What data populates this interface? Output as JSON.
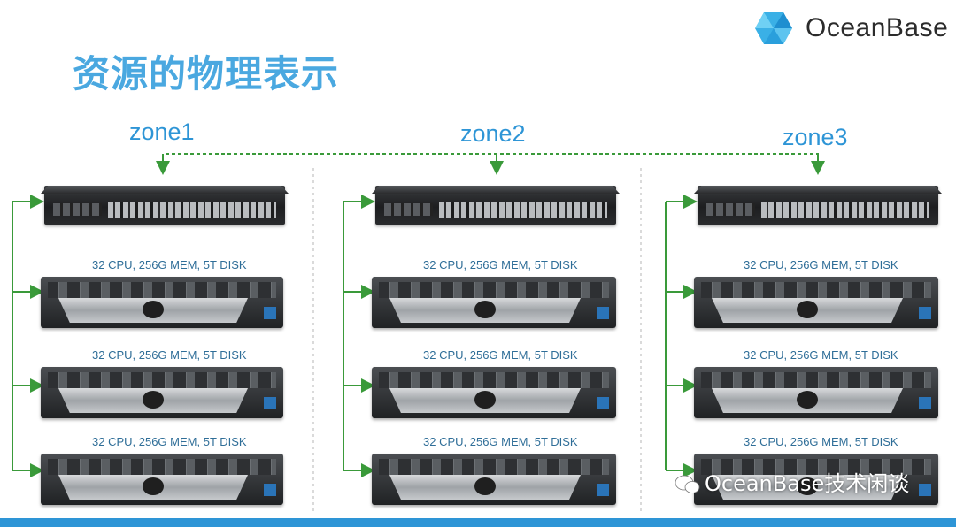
{
  "brand": {
    "name": "OceanBase",
    "accent": "#2e95d6"
  },
  "title": "资源的物理表示",
  "zones": [
    {
      "label": "zone1",
      "servers": [
        {
          "spec": "32 CPU, 256G MEM, 5T DISK"
        },
        {
          "spec": "32 CPU, 256G MEM, 5T DISK"
        },
        {
          "spec": "32 CPU, 256G MEM, 5T DISK"
        }
      ]
    },
    {
      "label": "zone2",
      "servers": [
        {
          "spec": "32 CPU, 256G MEM, 5T DISK"
        },
        {
          "spec": "32 CPU, 256G MEM, 5T DISK"
        },
        {
          "spec": "32 CPU, 256G MEM, 5T DISK"
        }
      ]
    },
    {
      "label": "zone3",
      "servers": [
        {
          "spec": "32 CPU, 256G MEM, 5T DISK"
        },
        {
          "spec": "32 CPU, 256G MEM, 5T DISK"
        },
        {
          "spec": "32 CPU, 256G MEM, 5T DISK"
        }
      ]
    }
  ],
  "watermark": "OceanBase技术闲谈",
  "colors": {
    "link": "#3a9a3a",
    "title": "#4aa8e0",
    "zone_label": "#2e95d6"
  }
}
